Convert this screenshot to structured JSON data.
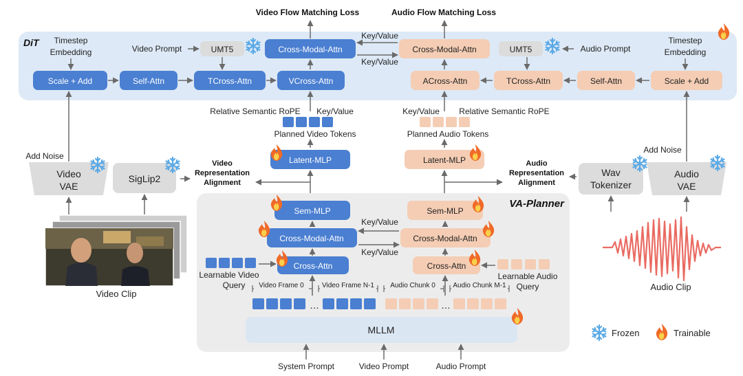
{
  "losses": {
    "video": "Video Flow Matching Loss",
    "audio": "Audio Flow Matching Loss"
  },
  "dit": {
    "label": "DiT",
    "left_timestep": [
      "Timestep",
      "Embedding"
    ],
    "right_timestep": [
      "Timestep",
      "Embedding"
    ],
    "video_prompt": "Video Prompt",
    "audio_prompt": "Audio Prompt",
    "umt5_left": "UMT5",
    "umt5_right": "UMT5",
    "video_cross_modal": "Cross-Modal-Attn",
    "audio_cross_modal": "Cross-Modal-Attn",
    "key_value_top": "Key/Value",
    "key_value_bottom": "Key/Value",
    "video_blocks": [
      "Scale + Add",
      "Self-Attn",
      "TCross-Attn",
      "VCross-Attn"
    ],
    "audio_blocks": [
      "ACross-Attn",
      "TCross-Attn",
      "Self-Attn",
      "Scale + Add"
    ]
  },
  "middle": {
    "rel_rope_video": "Relative Semantic RoPE",
    "key_value_video": "Key/Value",
    "key_value_audio": "Key/Value",
    "rel_rope_audio": "Relative Semantic RoPE",
    "planned_video_tokens": "Planned Video Tokens",
    "planned_audio_tokens": "Planned Audio Tokens",
    "latent_mlp_video": "Latent-MLP",
    "latent_mlp_audio": "Latent-MLP",
    "video_rep_align": [
      "Video",
      "Representation",
      "Alignment"
    ],
    "audio_rep_align": [
      "Audio",
      "Representation",
      "Alignment"
    ]
  },
  "encoders": {
    "add_noise_left": "Add Noise",
    "add_noise_right": "Add Noise",
    "video_vae": [
      "Video",
      "VAE"
    ],
    "siglip2": "SigLip2",
    "wav_tokenizer": [
      "Wav",
      "Tokenizer"
    ],
    "audio_vae": [
      "Audio",
      "VAE"
    ],
    "video_clip": "Video Clip",
    "audio_clip": "Audio Clip"
  },
  "planner": {
    "label": "VA-Planner",
    "sem_mlp_video": "Sem-MLP",
    "sem_mlp_audio": "Sem-MLP",
    "cross_modal_video": "Cross-Modal-Attn",
    "cross_modal_audio": "Cross-Modal-Attn",
    "key_value_top": "Key/Value",
    "key_value_bottom": "Key/Value",
    "cross_attn_video": "Cross-Attn",
    "cross_attn_audio": "Cross-Attn",
    "learnable_video_query": [
      "Learnable Video",
      "Query"
    ],
    "learnable_audio_query": [
      "Learnable Audio",
      "Query"
    ],
    "video_frame_0": "Video Frame 0",
    "video_frame_n": "Video Frame N-1",
    "audio_chunk_0": "Audio Chunk 0",
    "audio_chunk_m": "Audio Chunk M-1",
    "ellipsis": "…",
    "mllm": "MLLM"
  },
  "inputs": {
    "system_prompt": "System Prompt",
    "video_prompt": "Video Prompt",
    "audio_prompt": "Audio Prompt"
  },
  "legend": {
    "frozen": "Frozen",
    "trainable": "Trainable"
  },
  "colors": {
    "blue_block": "#4a7fd1",
    "blue_token": "#4a7fd1",
    "orange_block": "#f4cdb4",
    "gray_block": "#dcdcdc",
    "dit_panel": "#dde9f6",
    "planner_panel": "#ececec",
    "mllm": "#dbe6f3",
    "arrow": "#6a6a6a",
    "snowflake": "#5aa9e6",
    "flame": "#f06a28"
  }
}
